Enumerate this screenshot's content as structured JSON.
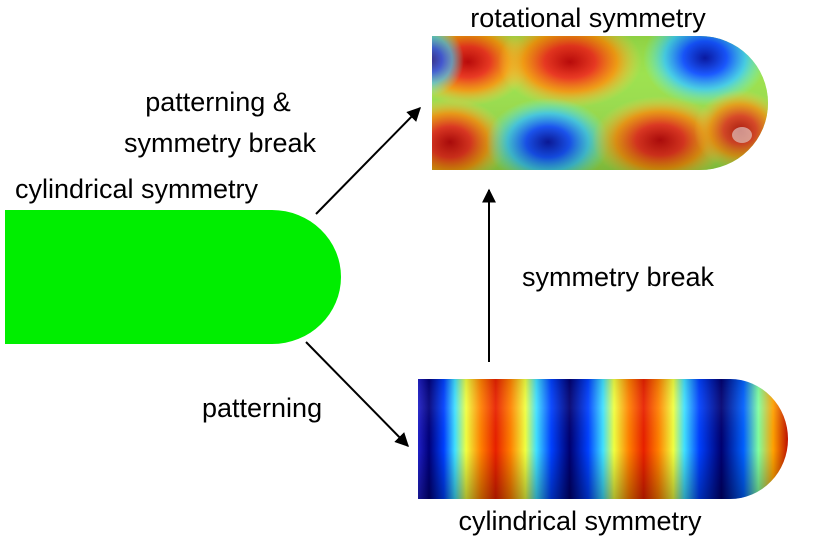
{
  "labels": {
    "top_title": "rotational symmetry",
    "upper_left_line1": "patterning &",
    "upper_left_line2": "symmetry break",
    "left_title": "cylindrical symmetry",
    "right_middle": "symmetry break",
    "lower_left": "patterning",
    "bottom_title": "cylindrical symmetry"
  },
  "colors": {
    "initial_shape": "#00ee00",
    "arrow": "#000000"
  }
}
